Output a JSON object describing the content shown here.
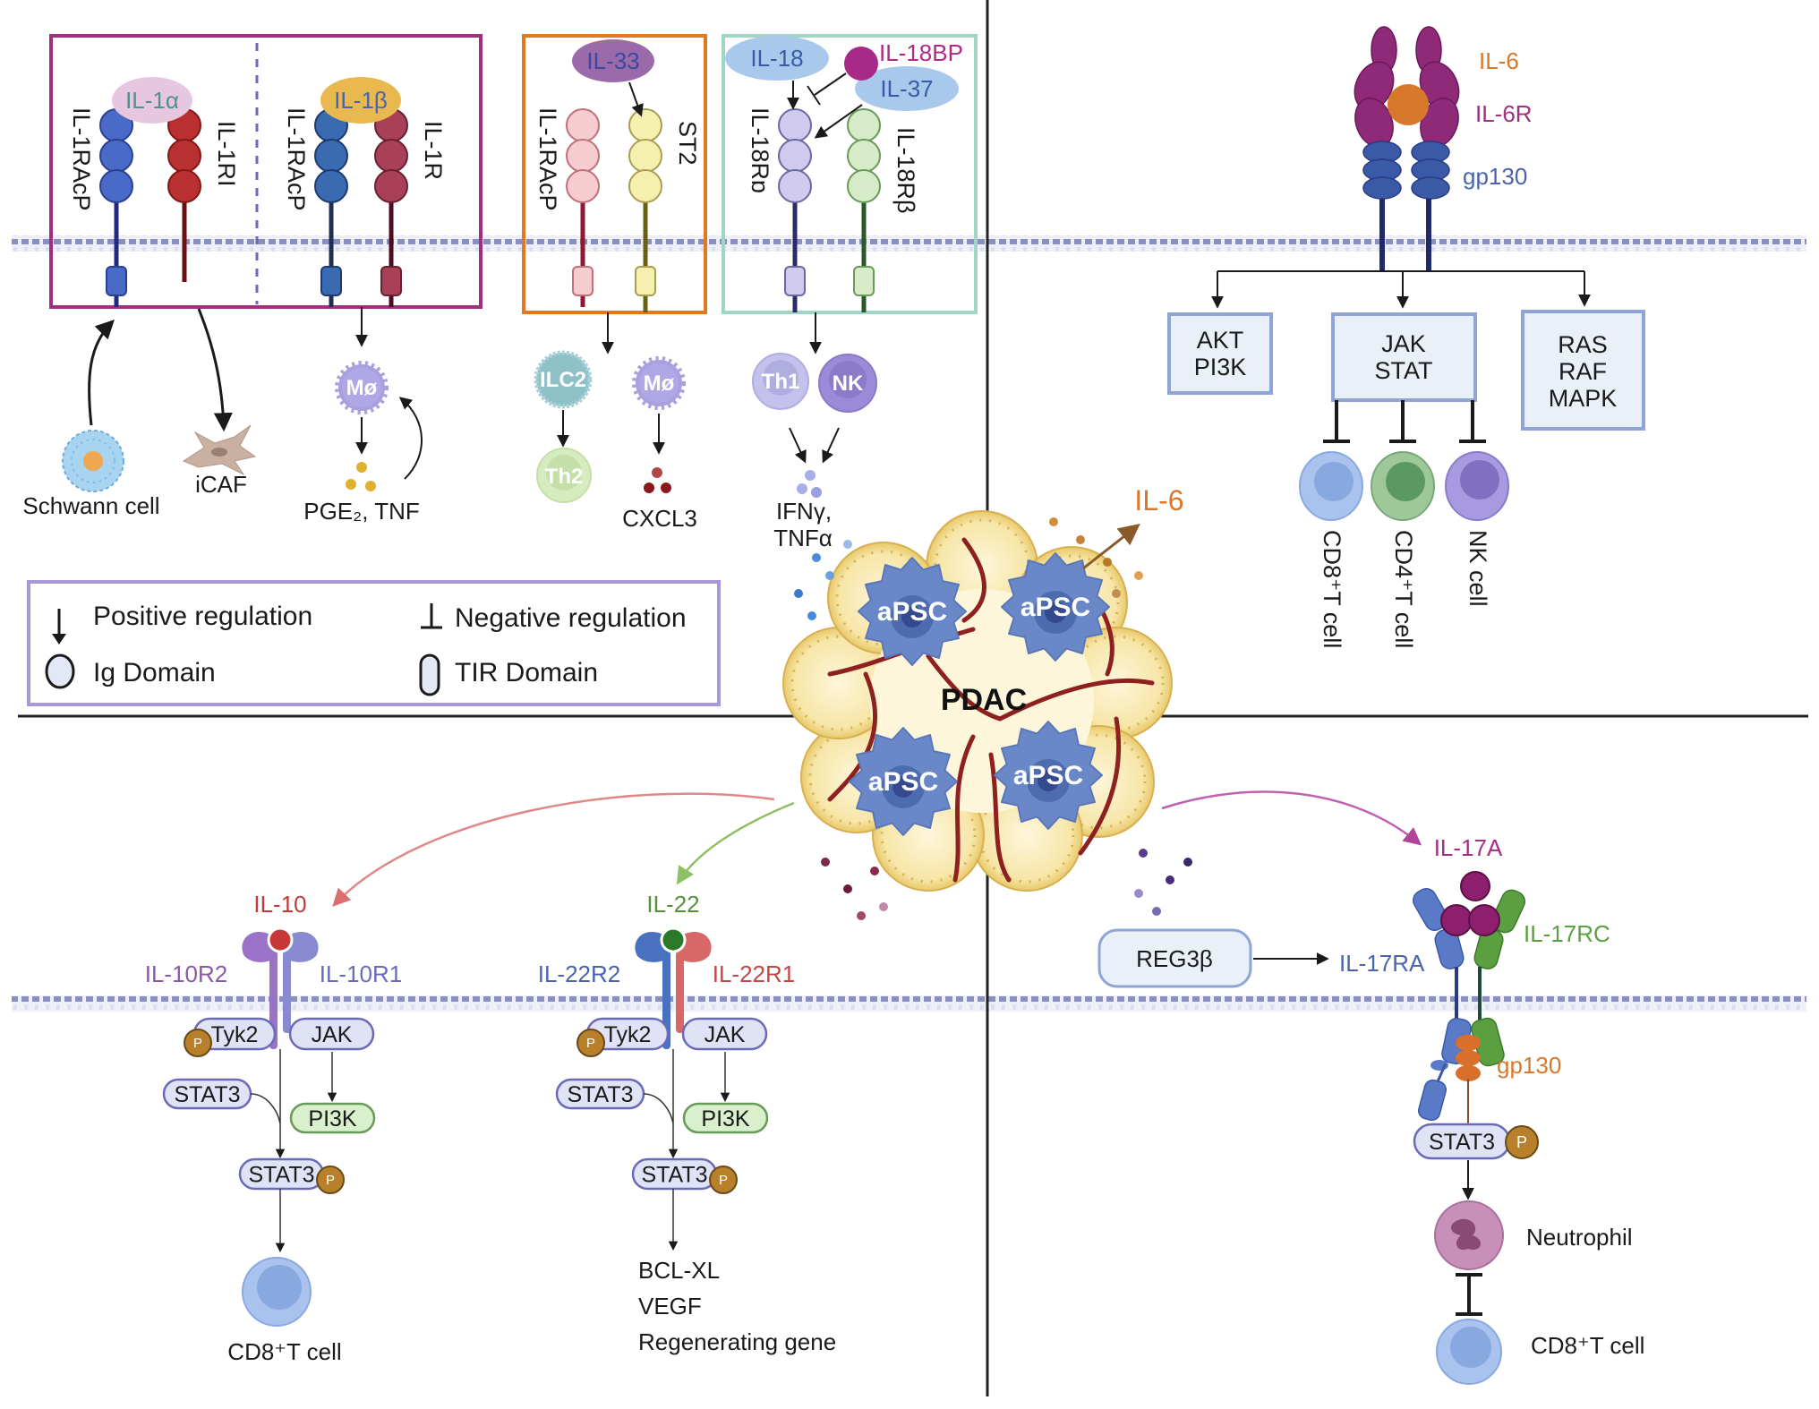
{
  "figure": {
    "colors": {
      "membrane_line": "#8a8fc2",
      "membrane_fill": "#eef0f8",
      "divider": "#222222",
      "il1_box": "#a0307f",
      "il33_box": "#e07a1f",
      "il18_box": "#9fd6c6",
      "legend_box": "#a898d8",
      "signal_box_border": "#8fa5d8",
      "signal_box_fill": "#eaf0f8",
      "il6_label": "#d9782b",
      "il6r_label": "#a0307f",
      "gp130_label": "#4a63b0",
      "il10_label": "#c23b3b",
      "il10r2_label": "#8a5aa8",
      "il10r1_label": "#6a6ab8",
      "il22_label": "#5a8f3c",
      "il22r2_label": "#4a63b0",
      "il22r1_label": "#c24848",
      "il17a_label": "#a0307f",
      "il17rc_label": "#5aa040",
      "il17ra_label": "#4a63b0",
      "gp130_orange_label": "#d9782b",
      "il18bp_label": "#b02a8a"
    },
    "top_left": {
      "il1_box": {
        "left_ligand": "IL-1α",
        "right_ligand": "IL-1β",
        "receptors": [
          "IL-1RAcP",
          "IL-1RI",
          "IL-1RAcP",
          "IL-1R"
        ]
      },
      "il33_box": {
        "ligand": "IL-33",
        "receptors": [
          "IL-1RAcP",
          "ST2"
        ]
      },
      "il18_box": {
        "ligands": [
          "IL-18",
          "IL-37"
        ],
        "binding_protein": "IL-18BP",
        "receptors": [
          "IL-18Rɒ",
          "IL-18Rβ"
        ]
      },
      "cells": {
        "schwann": "Schwann cell",
        "icaf": "iCAF",
        "macrophage": "Mø",
        "pge2_tnf": "PGE₂, TNF",
        "ilc2": "ILC2",
        "th2": "Th2",
        "macrophage2": "Mø",
        "cxcl3": "CXCL3",
        "th1": "Th1",
        "nk": "NK",
        "ifng": "IFNγ,",
        "tnfa": "TNFα"
      },
      "legend": {
        "positive": "Positive regulation",
        "negative": "Negative regulation",
        "ig": "Ig Domain",
        "tir": "TIR Domain"
      }
    },
    "top_right": {
      "ligand": "IL-6",
      "receptor": "IL-6R",
      "transducer": "gp130",
      "pathways": [
        {
          "lines": [
            "AKT",
            "PI3K"
          ]
        },
        {
          "lines": [
            "JAK",
            "STAT"
          ]
        },
        {
          "lines": [
            "RAS",
            "RAF",
            "MAPK"
          ]
        }
      ],
      "inhibited_cells": [
        "CD8⁺T cell",
        "CD4⁺T cell",
        "NK cell"
      ]
    },
    "center": {
      "tumor": "PDAC",
      "stellate": "aPSC",
      "secreted": "IL-6"
    },
    "bottom_left": {
      "il10": {
        "ligand": "IL-10",
        "r2": "IL-10R2",
        "r1": "IL-10R1",
        "tyk2": "Tyk2",
        "jak": "JAK",
        "stat3": "STAT3",
        "pi3k": "PI3K",
        "pstat3": "STAT3",
        "p": "P",
        "target": "CD8⁺T cell"
      },
      "il22": {
        "ligand": "IL-22",
        "r2": "IL-22R2",
        "r1": "IL-22R1",
        "tyk2": "Tyk2",
        "jak": "JAK",
        "stat3": "STAT3",
        "pi3k": "PI3K",
        "pstat3": "STAT3",
        "p": "P",
        "targets": [
          "BCL-XL",
          "VEGF",
          "Regenerating gene"
        ]
      }
    },
    "bottom_right": {
      "ligand": "IL-17A",
      "regulator": "REG3β",
      "ra": "IL-17RA",
      "rc": "IL-17RC",
      "gp130": "gp130",
      "stat3": "STAT3",
      "p": "P",
      "neutrophil": "Neutrophil",
      "target": "CD8⁺T cell"
    }
  }
}
